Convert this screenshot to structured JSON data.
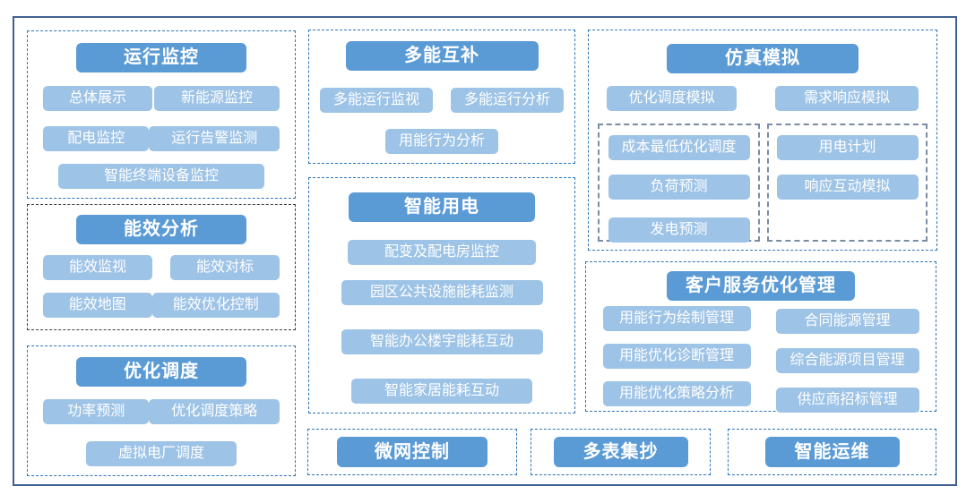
{
  "colors": {
    "header_bg": "#5B9BD5",
    "item_bg": "#9DC3E6",
    "text": "#FFFFFF",
    "panel_dashed_blue": "#2E75B6",
    "panel_dashed_dark": "#3F3F3F",
    "nested_dashed": "#7A8DA6",
    "outer_frame": "#40618F"
  },
  "panels": {
    "operation_monitoring": {
      "title": "运行监控",
      "items": [
        "总体展示",
        "新能源监控",
        "配电监控",
        "运行告警监测",
        "智能终端设备监控"
      ]
    },
    "energy_efficiency_analysis": {
      "title": "能效分析",
      "items": [
        "能效监视",
        "能效对标",
        "能效地图",
        "能效优化控制"
      ]
    },
    "optimization_dispatch": {
      "title": "优化调度",
      "items": [
        "功率预测",
        "优化调度策略",
        "虚拟电厂调度"
      ]
    },
    "multi_energy_complementary": {
      "title": "多能互补",
      "items": [
        "多能运行监视",
        "多能运行分析",
        "用能行为分析"
      ]
    },
    "smart_electricity": {
      "title": "智能用电",
      "items": [
        "配变及配电房监控",
        "园区公共设施能耗监测",
        "智能办公楼宇能耗互动",
        "智能家居能耗互动"
      ]
    },
    "simulation": {
      "title": "仿真模拟",
      "items": [
        "优化调度模拟",
        "需求响应模拟"
      ],
      "sub_group_left": [
        "成本最低优化调度",
        "负荷预测",
        "发电预测"
      ],
      "sub_group_right": [
        "用电计划",
        "响应互动模拟"
      ]
    },
    "customer_service_optimization": {
      "title": "客户服务优化管理",
      "left_items": [
        "用能行为绘制管理",
        "用能优化诊断管理",
        "用能优化策略分析"
      ],
      "right_items": [
        "合同能源管理",
        "综合能源项目管理",
        "供应商招标管理"
      ]
    },
    "microgrid_control": {
      "title": "微网控制"
    },
    "multi_meter_reading": {
      "title": "多表集抄"
    },
    "smart_operation_maintenance": {
      "title": "智能运维"
    }
  }
}
